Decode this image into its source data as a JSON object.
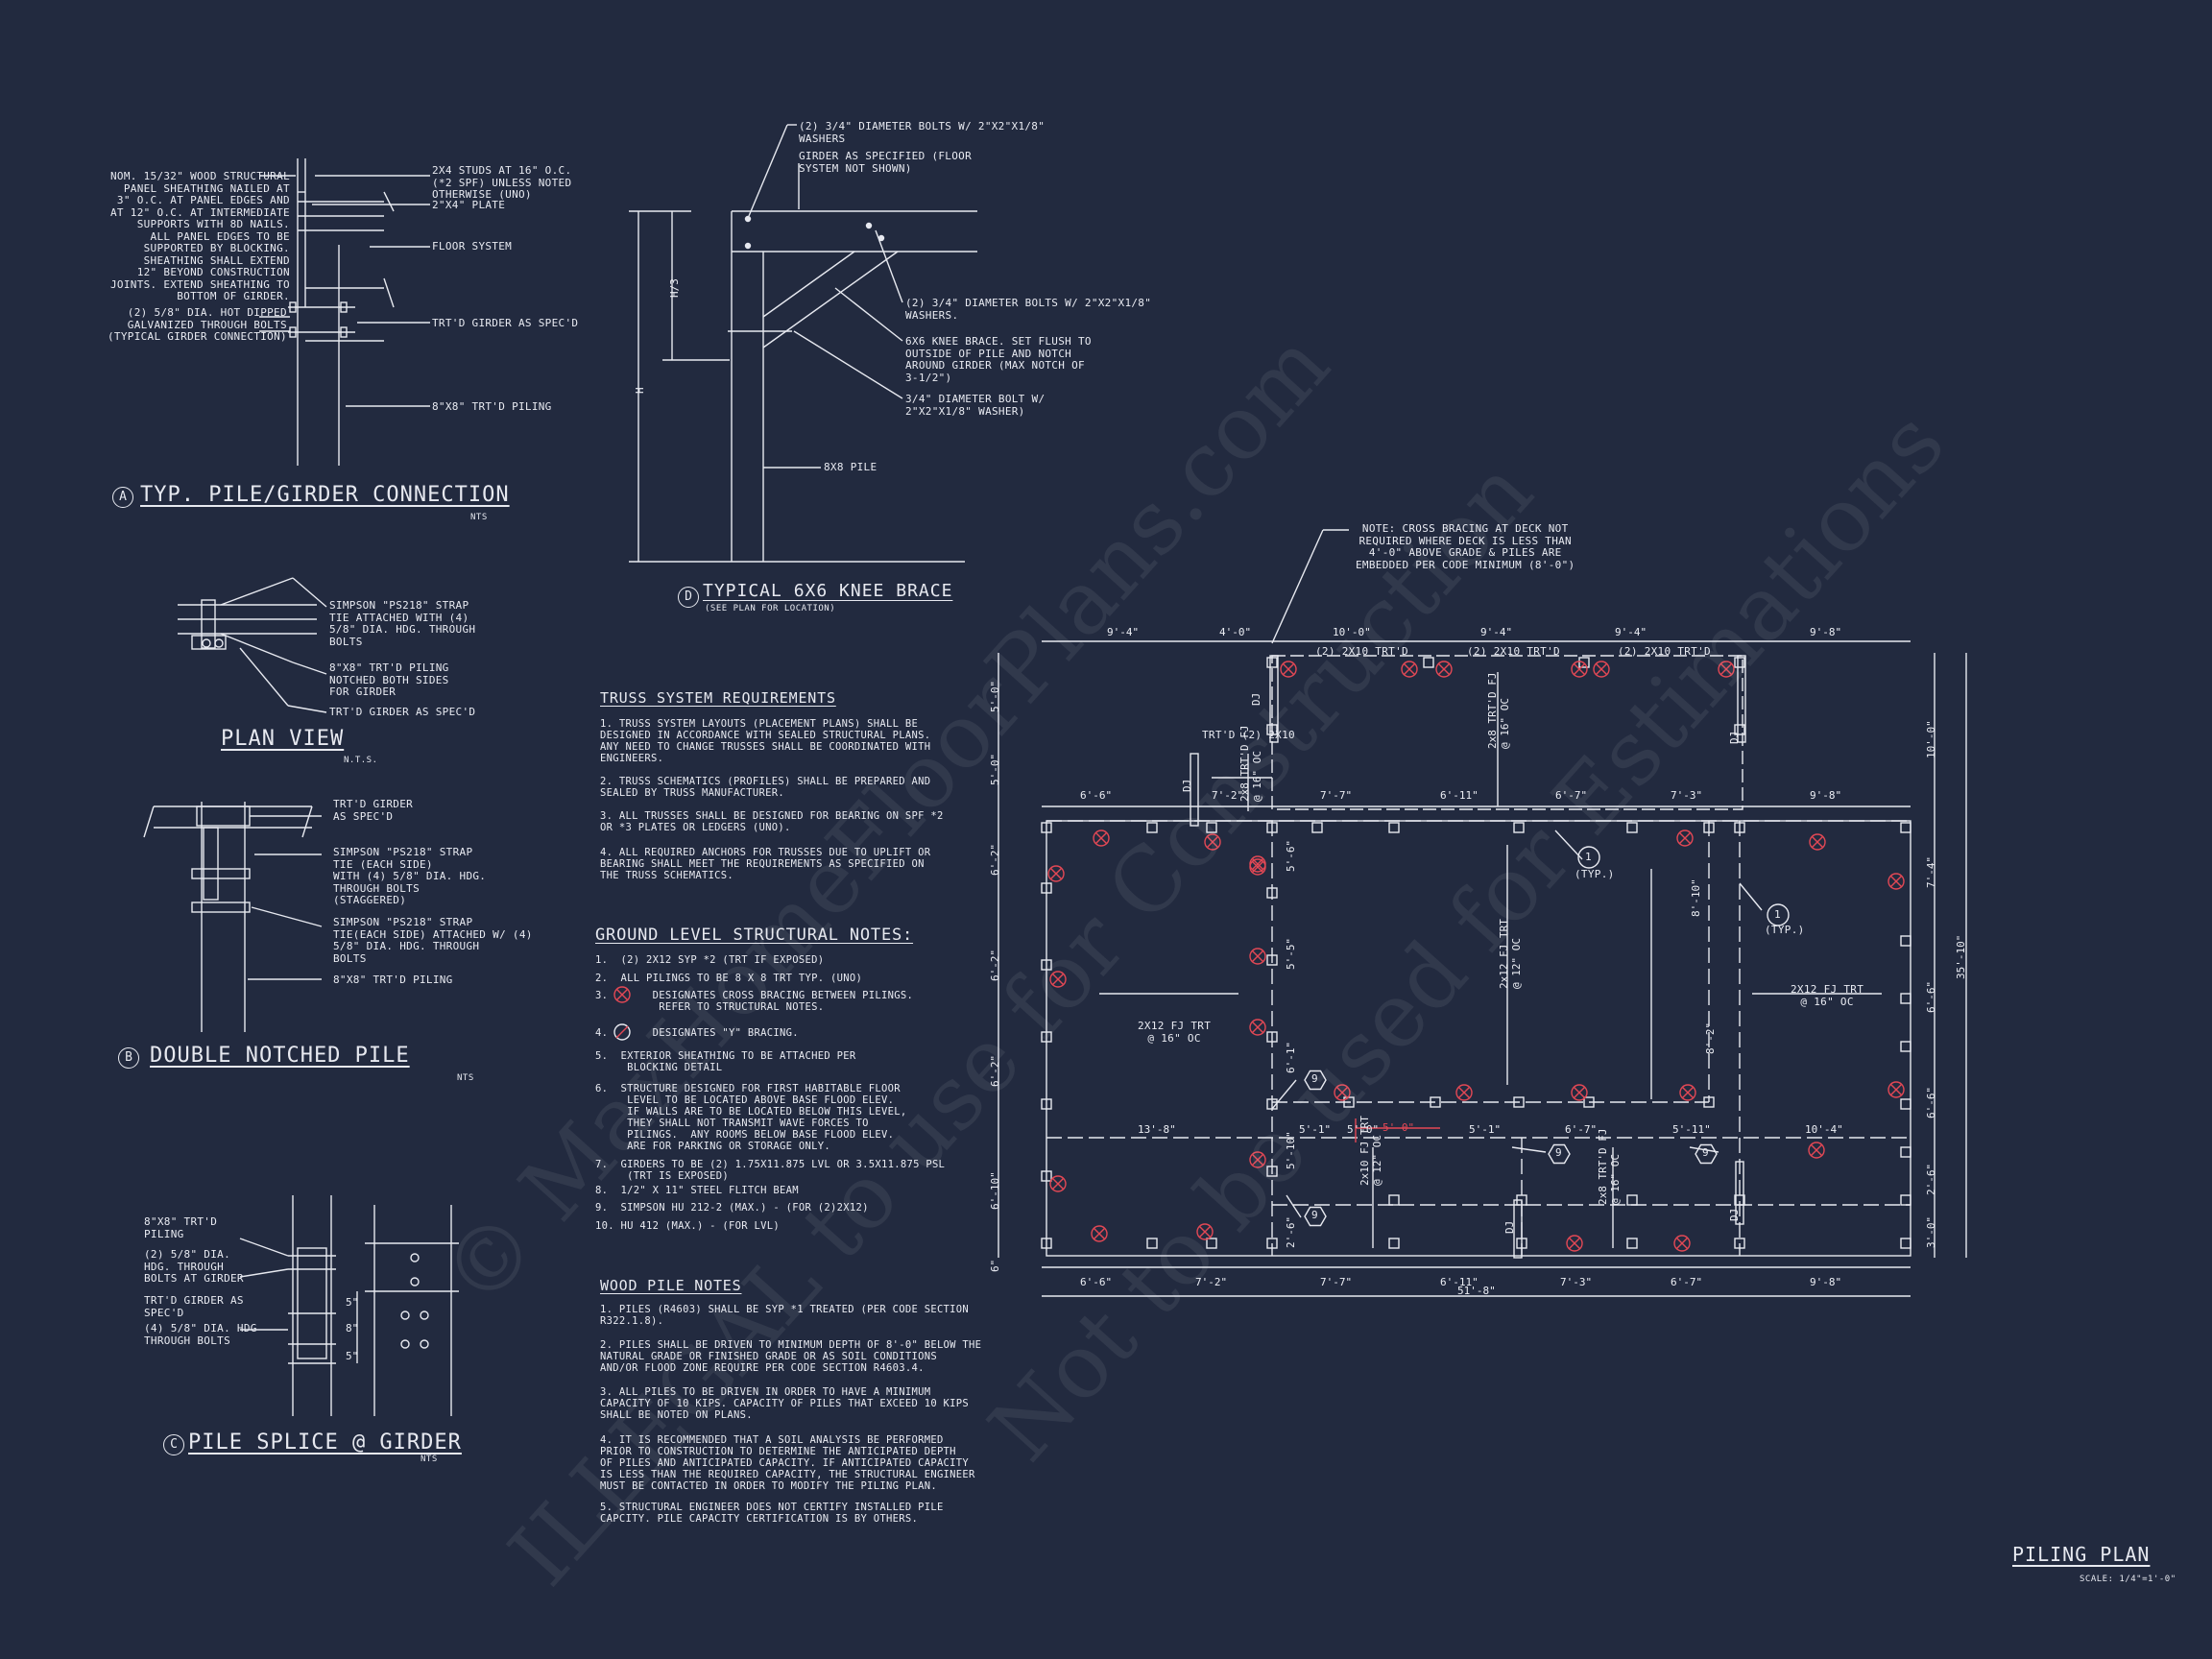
{
  "details": {
    "a": {
      "letter": "A",
      "title": "TYP. PILE/GIRDER CONNECTION",
      "scale": "NTS",
      "left_note_1": "NOM. 15/32\" WOOD STRUCTURAL\nPANEL SHEATHING NAILED AT\n3\" O.C. AT PANEL EDGES AND\nAT 12\" O.C. AT INTERMEDIATE\nSUPPORTS WITH 8d NAILS.\nALL PANEL EDGES TO BE\nSUPPORTED BY BLOCKING.\nSHEATHING SHALL EXTEND\n12\" BEYOND CONSTRUCTION\nJOINTS. EXTEND SHEATHING TO\nBOTTOM OF GIRDER.",
      "left_note_2": "(2) 5/8\" DIA. HOT DIPPED\nGALVANIZED THROUGH BOLTS\n(TYPICAL GIRDER CONNECTION)",
      "right_note_1": "2x4 STUDS AT 16\" O.C.\n(*2 SPF) UNLESS NOTED\nOTHERWISE (UNO)",
      "right_note_2": "2\"x4\" PLATE",
      "right_note_3": "FLOOR SYSTEM",
      "right_note_4": "TRT'D GIRDER AS SPEC'D",
      "right_note_5": "8\"x8\" TRT'D PILING"
    },
    "plan_view": {
      "title": "PLAN VIEW",
      "scale": "N.T.S.",
      "note_1": "SIMPSON \"PS218\" STRAP\nTIE ATTACHED WITH (4)\n5/8\" DIA. HDG. THROUGH\nBOLTS",
      "note_2": "8\"x8\" TRT'D PILING\nNOTCHED BOTH SIDES\nFOR GIRDER",
      "note_3": "TRT'D GIRDER AS SPEC'D"
    },
    "b": {
      "letter": "B",
      "title": "DOUBLE NOTCHED PILE",
      "scale": "NTS",
      "note_1": "TRT'D GIRDER\nAS SPEC'D",
      "note_2": "SIMPSON \"PS218\" STRAP\nTIE (EACH SIDE)\nWITH (4) 5/8\" DIA. HDG.\nTHROUGH BOLTS\n(STAGGERED)",
      "note_3": "SIMPSON \"PS218\" STRAP\nTIE(EACH SIDE) ATTACHED W/ (4)\n5/8\" DIA. HDG. THROUGH\nBOLTS",
      "note_4": "8\"x8\" TRT'D PILING"
    },
    "c": {
      "letter": "C",
      "title": "PILE SPLICE @ GIRDER",
      "scale": "NTS",
      "note_1": "8\"x8\" TRT'D\nPILING",
      "note_2": "(2) 5/8\" DIA.\nHDG. THROUGH\nBOLTS AT GIRDER",
      "note_3": "TRT'D GIRDER AS\nSPEC'D",
      "note_4": "(4) 5/8\" DIA. HDG\nTHROUGH BOLTS",
      "dim_1": "5\"",
      "dim_2": "8\"",
      "dim_3": "5\""
    },
    "d": {
      "letter": "D",
      "title": "TYPICAL 6x6 KNEE BRACE",
      "scale": "(SEE PLAN FOR LOCATION)",
      "note_1": "(2) 3/4\" DIAMETER BOLTS W/ 2\"x2\"x1/8\"\nWASHERS",
      "note_2": "GIRDER AS SPECIFIED (FLOOR\nSYSTEM NOT SHOWN)",
      "note_3": "(2) 3/4\" DIAMETER BOLTS W/ 2\"x2\"x1/8\"\nWASHERS.",
      "note_4": "6x6 KNEE BRACE. SET FLUSH TO\nOUTSIDE OF PILE AND NOTCH\nAROUND GIRDER (MAX NOTCH OF\n3-1/2\")",
      "note_5": "3/4\" DIAMETER BOLT W/\n2\"x2\"x1/8\" WASHER)",
      "note_6": "8x8 PILE",
      "dim_h3": "H/3",
      "dim_h": "H"
    }
  },
  "truss": {
    "heading": "TRUSS SYSTEM REQUIREMENTS",
    "items": [
      "1. TRUSS SYSTEM LAYOUTS (PLACEMENT PLANS) SHALL BE\nDESIGNED IN ACCORDANCE WITH SEALED STRUCTURAL PLANS.\nANY NEED TO CHANGE TRUSSES SHALL BE COORDINATED WITH\nENGINEERS.",
      "2. TRUSS SCHEMATICS (PROFILES) SHALL BE PREPARED AND\nSEALED BY TRUSS MANUFACTURER.",
      "3. ALL TRUSSES SHALL BE DESIGNED FOR BEARING ON SPF *2\nOR *3 PLATES OR LEDGERS (UNO).",
      "4. ALL REQUIRED ANCHORS FOR TRUSSES DUE TO UPLIFT OR\nBEARING SHALL MEET THE REQUIREMENTS AS SPECIFIED ON\nTHE TRUSS SCHEMATICS."
    ]
  },
  "ground": {
    "heading": "GROUND LEVEL STRUCTURAL NOTES:",
    "items": [
      "1.  (2) 2x12 SYP *2 (TRT IF EXPOSED)",
      "2.  ALL PILINGS TO BE 8 x 8 TRT TYP. (UNO)",
      "3.       DESIGNATES CROSS BRACING BETWEEN PILINGS.\n          REFER TO STRUCTURAL NOTES.",
      "4.       DESIGNATES \"Y\" BRACING.",
      "5.  EXTERIOR SHEATHING TO BE ATTACHED PER\n     BLOCKING DETAIL",
      "6.  STRUCTURE DESIGNED FOR FIRST HABITABLE FLOOR\n     LEVEL TO BE LOCATED ABOVE BASE FLOOD ELEV.\n     IF WALLS ARE TO BE LOCATED BELOW THIS LEVEL,\n     THEY SHALL NOT TRANSMIT WAVE FORCES TO\n     PILINGS.  ANY ROOMS BELOW BASE FLOOD ELEV.\n     ARE FOR PARKING OR STORAGE ONLY.",
      "7.  GIRDERS TO BE (2) 1.75x11.875 LVL OR 3.5x11.875 PSL\n     (TRT IS EXPOSED)",
      "8.  1/2\" X 11\" STEEL FLITCH BEAM",
      "9.  SIMPSON HU 212-2 (MAX.) - (FOR (2)2x12)",
      "10. HU 412 (MAX.) - (FOR LVL)"
    ]
  },
  "wood": {
    "heading": "WOOD PILE NOTES",
    "items": [
      "1. PILES (R4603) SHALL BE SYP *1 TREATED (PER CODE SECTION\nR322.1.8).",
      "2. PILES SHALL BE DRIVEN TO MINIMUM DEPTH OF 8'-0\" BELOW THE\nNATURAL GRADE OR FINISHED GRADE OR AS SOIL CONDITIONS\nAND/OR FLOOD ZONE REQUIRE PER CODE SECTION R4603.4.",
      "3. ALL PILES TO BE DRIVEN IN ORDER TO HAVE A MINIMUM\nCAPACITY OF 10 KIPS. CAPACITY OF PILES THAT EXCEED 10 KIPS\nSHALL BE NOTED ON PLANS.",
      "4. IT IS RECOMMENDED THAT A SOIL ANALYSIS BE PERFORMED\nPRIOR TO CONSTRUCTION TO DETERMINE THE ANTICIPATED DEPTH\nOF PILES AND ANTICIPATED CAPACITY. IF ANTICIPATED CAPACITY\nIS LESS THAN THE REQUIRED CAPACITY, THE STRUCTURAL ENGINEER\nMUST BE CONTACTED IN ORDER TO MODIFY THE PILING PLAN.",
      "5. STRUCTURAL ENGINEER DOES NOT CERTIFY INSTALLED PILE\nCAPCITY. PILE CAPACITY CERTIFICATION IS BY OTHERS."
    ]
  },
  "plan": {
    "title": "PILING PLAN",
    "scale": "SCALE: 1/4\"=1'-0\"",
    "note": "NOTE: CROSS BRACING AT DECK NOT\nREQUIRED WHERE DECK IS LESS THAN\n4'-0\" ABOVE GRADE & PILES ARE\nEMBEDDED PER CODE MINIMUM (8'-0\")",
    "top_dims": [
      "9'-4\"",
      "4'-0\"",
      "10'-0\"",
      "9'-4\"",
      "9'-4\"",
      "9'-8\""
    ],
    "mid_dims": [
      "6'-6\"",
      "7'-2\"",
      "7'-7\"",
      "6'-11\"",
      "6'-7\"",
      "7'-3\"",
      "9'-8\""
    ],
    "lower_dims": [
      "13'-8\"",
      "5'-1\"",
      "5'-0\"",
      "5'-1\"",
      "6'-7\"",
      "5'-11\"",
      "10'-4\""
    ],
    "bottom_dims": [
      "6'-6\"",
      "7'-2\"",
      "7'-7\"",
      "6'-11\"",
      "7'-3\"",
      "6'-7\"",
      "9'-8\""
    ],
    "overall": "51'-8\"",
    "left_dims": [
      "5'-0\"",
      "5'-0\"",
      "6'-2\"",
      "6'-2\"",
      "6'-2\"",
      "6'-10\"",
      "6\""
    ],
    "right_dims": [
      "10'-0\"",
      "7'-4\"",
      "6'-6\"",
      "6'-6\"",
      "2'-6\"",
      "3'-0\""
    ],
    "right_overall": "35'-10\"",
    "inner_dims": [
      "5'-6\"",
      "5'-5\"",
      "6'-1\"",
      "5'-10\"",
      "2'-6\"",
      "8'-10\"",
      "8'-2\""
    ],
    "red_dim": "5'-0\"",
    "labels": {
      "beam_top_1": "(2) 2x10 TRT'D",
      "beam_top_2": "(2) 2x10 TRT'D",
      "beam_top_3": "(2) 2x10 TRT'D",
      "trtd": "TRT'D (2) 2x10",
      "fj_top": "2x8 TRT'D FJ\n@ 16\" OC",
      "fj_left_top": "2x8 TRT'D FJ\n@ 16\" OC",
      "fj_center": "2x12 FJ TRT\n@ 12\" OC",
      "fj_left": "2x12 FJ TRT\n@ 16\" OC",
      "fj_right": "2x12 FJ TRT\n@ 16\" OC",
      "fj_bottom_1": "2x10 FJ TRT\n@ 12\" OC",
      "fj_bottom_2": "2x8 TRT'D FJ\n@ 16\" OC",
      "dj": "DJ",
      "typ": "(TYP.)",
      "tag_1": "1",
      "tag_9": "9"
    }
  },
  "watermark": {
    "line_1": "© MaxHomeFloorPlans.com",
    "line_2": "ILLEGAL to use for Construction",
    "line_3": "Not to be used for Estimations"
  }
}
